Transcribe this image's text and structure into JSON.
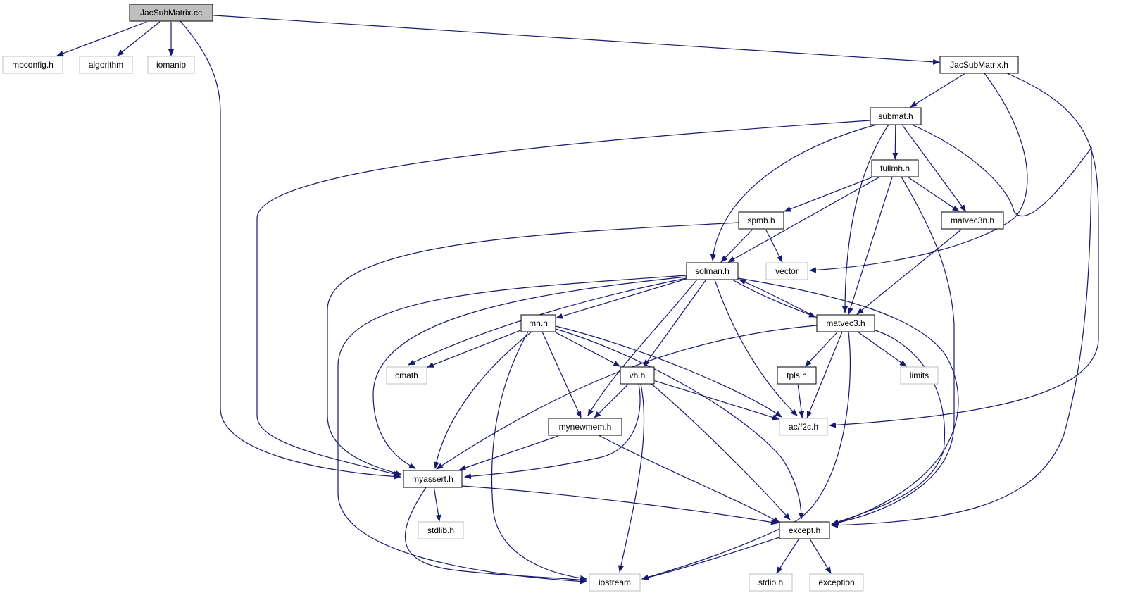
{
  "graph": {
    "colors": {
      "edge": "#191970",
      "root_fill": "#bfbfbf",
      "documented_border": "#000000",
      "external_border": "#bfbfbf",
      "text": "#000000",
      "background": "#ffffff"
    },
    "nodes": [
      {
        "id": "jacsubmatrix_cc",
        "label": "JacSubMatrix.cc",
        "kind": "root"
      },
      {
        "id": "mbconfig_h",
        "label": "mbconfig.h",
        "kind": "external"
      },
      {
        "id": "algorithm",
        "label": "algorithm",
        "kind": "external"
      },
      {
        "id": "iomanip",
        "label": "iomanip",
        "kind": "external"
      },
      {
        "id": "jacsubmatrix_h",
        "label": "JacSubMatrix.h",
        "kind": "documented"
      },
      {
        "id": "submat_h",
        "label": "submat.h",
        "kind": "documented"
      },
      {
        "id": "fullmh_h",
        "label": "fullmh.h",
        "kind": "documented"
      },
      {
        "id": "spmh_h",
        "label": "spmh.h",
        "kind": "documented"
      },
      {
        "id": "matvec3n_h",
        "label": "matvec3n.h",
        "kind": "documented"
      },
      {
        "id": "vector",
        "label": "vector",
        "kind": "external"
      },
      {
        "id": "solman_h",
        "label": "solman.h",
        "kind": "documented"
      },
      {
        "id": "mh_h",
        "label": "mh.h",
        "kind": "documented"
      },
      {
        "id": "matvec3_h",
        "label": "matvec3.h",
        "kind": "documented"
      },
      {
        "id": "cmath",
        "label": "cmath",
        "kind": "external"
      },
      {
        "id": "vh_h",
        "label": "vh.h",
        "kind": "documented"
      },
      {
        "id": "tpls_h",
        "label": "tpls.h",
        "kind": "documented"
      },
      {
        "id": "limits",
        "label": "limits",
        "kind": "external"
      },
      {
        "id": "mynewmem_h",
        "label": "mynewmem.h",
        "kind": "documented"
      },
      {
        "id": "ac_f2c_h",
        "label": "ac/f2c.h",
        "kind": "external"
      },
      {
        "id": "myassert_h",
        "label": "myassert.h",
        "kind": "documented"
      },
      {
        "id": "stdlib_h",
        "label": "stdlib.h",
        "kind": "external"
      },
      {
        "id": "except_h",
        "label": "except.h",
        "kind": "documented"
      },
      {
        "id": "iostream",
        "label": "iostream",
        "kind": "external"
      },
      {
        "id": "stdio_h",
        "label": "stdio.h",
        "kind": "external"
      },
      {
        "id": "exception",
        "label": "exception",
        "kind": "external"
      }
    ],
    "edges": [
      {
        "from": "jacsubmatrix_cc",
        "to": "mbconfig_h"
      },
      {
        "from": "jacsubmatrix_cc",
        "to": "algorithm"
      },
      {
        "from": "jacsubmatrix_cc",
        "to": "iomanip"
      },
      {
        "from": "jacsubmatrix_cc",
        "to": "jacsubmatrix_h"
      },
      {
        "from": "jacsubmatrix_cc",
        "to": "myassert_h"
      },
      {
        "from": "jacsubmatrix_h",
        "to": "submat_h"
      },
      {
        "from": "jacsubmatrix_h",
        "to": "vector"
      },
      {
        "from": "jacsubmatrix_h",
        "to": "ac_f2c_h"
      },
      {
        "from": "submat_h",
        "to": "fullmh_h"
      },
      {
        "from": "submat_h",
        "to": "matvec3n_h"
      },
      {
        "from": "submat_h",
        "to": "solman_h"
      },
      {
        "from": "submat_h",
        "to": "matvec3_h"
      },
      {
        "from": "submat_h",
        "to": "myassert_h"
      },
      {
        "from": "submat_h",
        "to": "except_h"
      },
      {
        "from": "fullmh_h",
        "to": "spmh_h"
      },
      {
        "from": "fullmh_h",
        "to": "matvec3n_h"
      },
      {
        "from": "fullmh_h",
        "to": "solman_h"
      },
      {
        "from": "fullmh_h",
        "to": "matvec3_h"
      },
      {
        "from": "fullmh_h",
        "to": "except_h"
      },
      {
        "from": "spmh_h",
        "to": "solman_h"
      },
      {
        "from": "spmh_h",
        "to": "vector"
      },
      {
        "from": "spmh_h",
        "to": "myassert_h"
      },
      {
        "from": "matvec3n_h",
        "to": "matvec3_h"
      },
      {
        "from": "solman_h",
        "to": "mh_h"
      },
      {
        "from": "solman_h",
        "to": "matvec3_h"
      },
      {
        "from": "solman_h",
        "to": "cmath"
      },
      {
        "from": "solman_h",
        "to": "vh_h"
      },
      {
        "from": "solman_h",
        "to": "mynewmem_h"
      },
      {
        "from": "solman_h",
        "to": "ac_f2c_h"
      },
      {
        "from": "solman_h",
        "to": "myassert_h"
      },
      {
        "from": "solman_h",
        "to": "except_h"
      },
      {
        "from": "solman_h",
        "to": "iostream"
      },
      {
        "from": "matvec3_h",
        "to": "solman_h"
      },
      {
        "from": "matvec3_h",
        "to": "tpls_h"
      },
      {
        "from": "matvec3_h",
        "to": "limits"
      },
      {
        "from": "matvec3_h",
        "to": "ac_f2c_h"
      },
      {
        "from": "matvec3_h",
        "to": "myassert_h"
      },
      {
        "from": "matvec3_h",
        "to": "except_h"
      },
      {
        "from": "matvec3_h",
        "to": "iostream"
      },
      {
        "from": "mh_h",
        "to": "cmath"
      },
      {
        "from": "mh_h",
        "to": "vh_h"
      },
      {
        "from": "mh_h",
        "to": "mynewmem_h"
      },
      {
        "from": "mh_h",
        "to": "ac_f2c_h"
      },
      {
        "from": "mh_h",
        "to": "myassert_h"
      },
      {
        "from": "mh_h",
        "to": "except_h"
      },
      {
        "from": "mh_h",
        "to": "iostream"
      },
      {
        "from": "vh_h",
        "to": "mynewmem_h"
      },
      {
        "from": "vh_h",
        "to": "ac_f2c_h"
      },
      {
        "from": "vh_h",
        "to": "myassert_h"
      },
      {
        "from": "vh_h",
        "to": "except_h"
      },
      {
        "from": "vh_h",
        "to": "iostream"
      },
      {
        "from": "tpls_h",
        "to": "ac_f2c_h"
      },
      {
        "from": "mynewmem_h",
        "to": "myassert_h"
      },
      {
        "from": "mynewmem_h",
        "to": "except_h"
      },
      {
        "from": "myassert_h",
        "to": "stdlib_h"
      },
      {
        "from": "myassert_h",
        "to": "except_h"
      },
      {
        "from": "myassert_h",
        "to": "iostream"
      },
      {
        "from": "except_h",
        "to": "iostream"
      },
      {
        "from": "except_h",
        "to": "stdio_h"
      },
      {
        "from": "except_h",
        "to": "exception"
      }
    ]
  }
}
